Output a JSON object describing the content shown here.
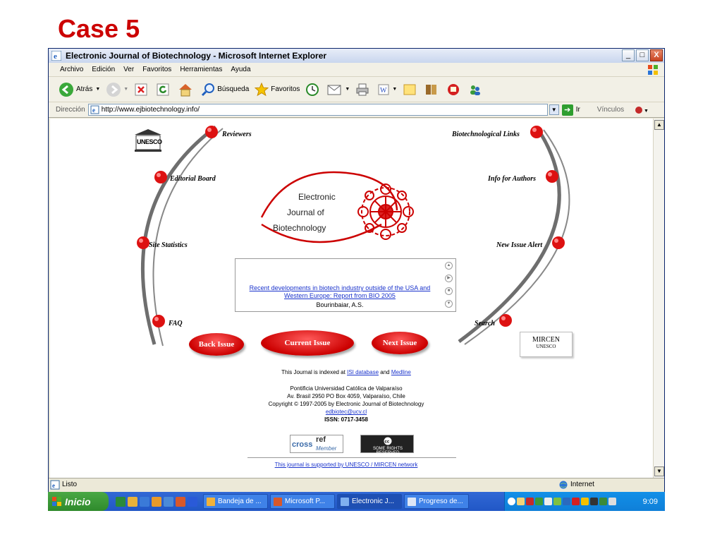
{
  "slide": {
    "title": "Case 5"
  },
  "window": {
    "title": "Electronic Journal of Biotechnology - Microsoft Internet Explorer",
    "minimize": "_",
    "maximize": "□",
    "close": "X"
  },
  "menubar": {
    "items": [
      "Archivo",
      "Edición",
      "Ver",
      "Favoritos",
      "Herramientas",
      "Ayuda"
    ]
  },
  "toolbar": {
    "back": "Atrás",
    "search": "Búsqueda",
    "favorites": "Favoritos"
  },
  "addressbar": {
    "label": "Dirección",
    "url": "http://www.ejbiotechnology.info/",
    "go": "Ir",
    "links": "Vínculos"
  },
  "page": {
    "arc_left": [
      "Reviewers",
      "Editorial Board",
      "Site Statistics",
      "FAQ"
    ],
    "arc_right": [
      "Biotechnological Links",
      "Info for Authors",
      "New Issue Alert",
      "Search"
    ],
    "unesco": "UNESCO",
    "logo_lines": [
      "Electronic",
      "Journal of",
      "Biotechnology"
    ],
    "news": {
      "headline": "Recent developments in biotech industry outside of the USA and Western Europe: Report from BIO 2005",
      "author": "Bourinbaiar, A.S."
    },
    "buttons": {
      "back_issue": "Back Issue",
      "current_issue": "Current Issue",
      "next_issue": "Next Issue"
    },
    "mircen": {
      "title": "MIRCEN",
      "subtitle": "UNESCO"
    },
    "footer": {
      "indexed_prefix": "This Journal is indexed at",
      "isi": "ISI database",
      "and": "and",
      "medline": "Medline",
      "univ": "Pontificia Universidad Católica de Valparaíso",
      "addr": "Av. Brasil 2950 PO Box 4059, Valparaíso, Chile",
      "copyright": "Copyright © 1997-2005 by Electronic Journal of Biotechnology",
      "email": "edbiotec@ucv.cl",
      "issn": "ISSN: 0717-3458",
      "crossref_top": "cross",
      "crossref_ref": "ref",
      "crossref_member": "Member",
      "cc": "SOME RIGHTS RESERVED",
      "support": "This journal is supported by UNESCO / MIRCEN network"
    }
  },
  "status": {
    "left": "Listo",
    "zone": "Internet"
  },
  "taskbar": {
    "start": "Inicio",
    "tasks": [
      "Bandeja de ...",
      "Microsoft P...",
      "Electronic J...",
      "Progreso de..."
    ],
    "clock": "9:09"
  },
  "colors": {
    "accent_red": "#cc0000",
    "xp_blue": "#2157c6",
    "link_blue": "#1a33cc"
  }
}
